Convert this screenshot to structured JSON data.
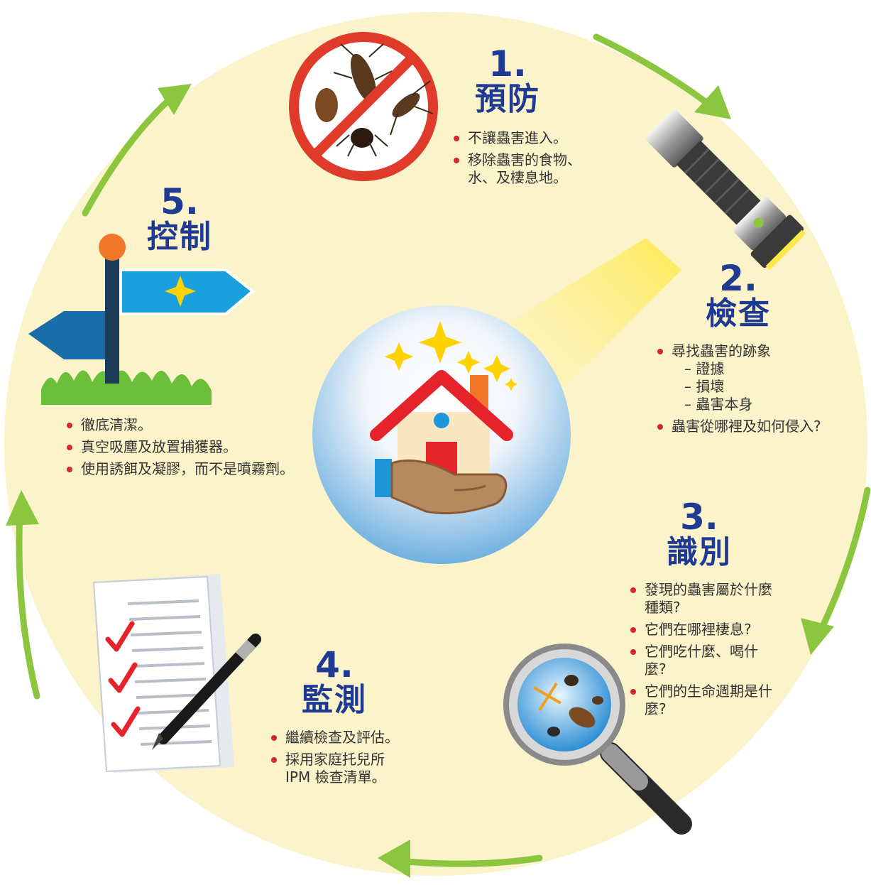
{
  "steps": [
    {
      "number": "1.",
      "name": "預防",
      "points": [
        "不讓蟲害進入。",
        "移除蟲害的食物、水、及棲息地。"
      ]
    },
    {
      "number": "2.",
      "name": "檢查",
      "points": [
        "尋找蟲害的跡象",
        "蟲害從哪裡及如何侵入?"
      ],
      "subpoints": [
        "證據",
        "損壞",
        "蟲害本身"
      ]
    },
    {
      "number": "3.",
      "name": "識別",
      "points": [
        "發現的蟲害屬於什麼種類?",
        "它們在哪裡棲息?",
        "它們吃什麼、喝什麼?",
        "它們的生命週期是什麼?"
      ]
    },
    {
      "number": "4.",
      "name": "監測",
      "points": [
        "繼續檢查及評估。",
        "採用家庭托兒所 IPM 檢查清單。"
      ]
    },
    {
      "number": "5.",
      "name": "控制",
      "points": [
        "徹底清潔。",
        "真空吸塵及放置捕獲器。",
        "使用誘餌及凝膠，而不是噴霧劑。"
      ]
    }
  ],
  "colors": {
    "background_circle": "#fbf3c9",
    "arrows": "#8cc63f",
    "heading": "#1f3a93",
    "bullet": "#d9262b",
    "no_sign": "#e03a2a",
    "signpost": "#1aa0dc"
  },
  "icons": [
    "no-pests-icon",
    "flashlight-icon",
    "house-in-hand-icon",
    "magnifier-bugs-icon",
    "checklist-pen-icon",
    "signpost-icon"
  ]
}
